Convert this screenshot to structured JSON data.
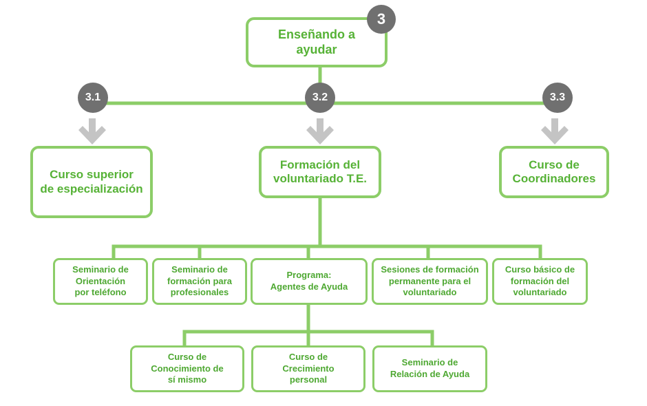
{
  "colors": {
    "line": "#8ccd68",
    "text": "#56b236",
    "badge": "#707070",
    "arrow": "#c4c4c4"
  },
  "root": {
    "number": "3",
    "label": "Enseñando a\nayudar"
  },
  "branches": [
    {
      "number": "3.1",
      "label": "Curso superior\nde especialización",
      "arrow_icon": "arrow-down-icon"
    },
    {
      "number": "3.2",
      "label": "Formación del\nvoluntariado T.E.",
      "arrow_icon": "arrow-down-icon"
    },
    {
      "number": "3.3",
      "label": "Curso de\nCoordinadores",
      "arrow_icon": "arrow-down-icon"
    }
  ],
  "subitems": [
    "Seminario de\nOrientación\npor teléfono",
    "Seminario de\nformación para\nprofesionales",
    "Programa:\nAgentes de Ayuda",
    "Sesiones de formación\npermanente para el\nvoluntariado",
    "Curso básico de\nformación del\nvoluntariado"
  ],
  "programa_items": [
    "Curso de\nConocimiento de\nsí mismo",
    "Curso de\nCrecimiento\npersonal",
    "Seminario de\nRelación de Ayuda"
  ]
}
